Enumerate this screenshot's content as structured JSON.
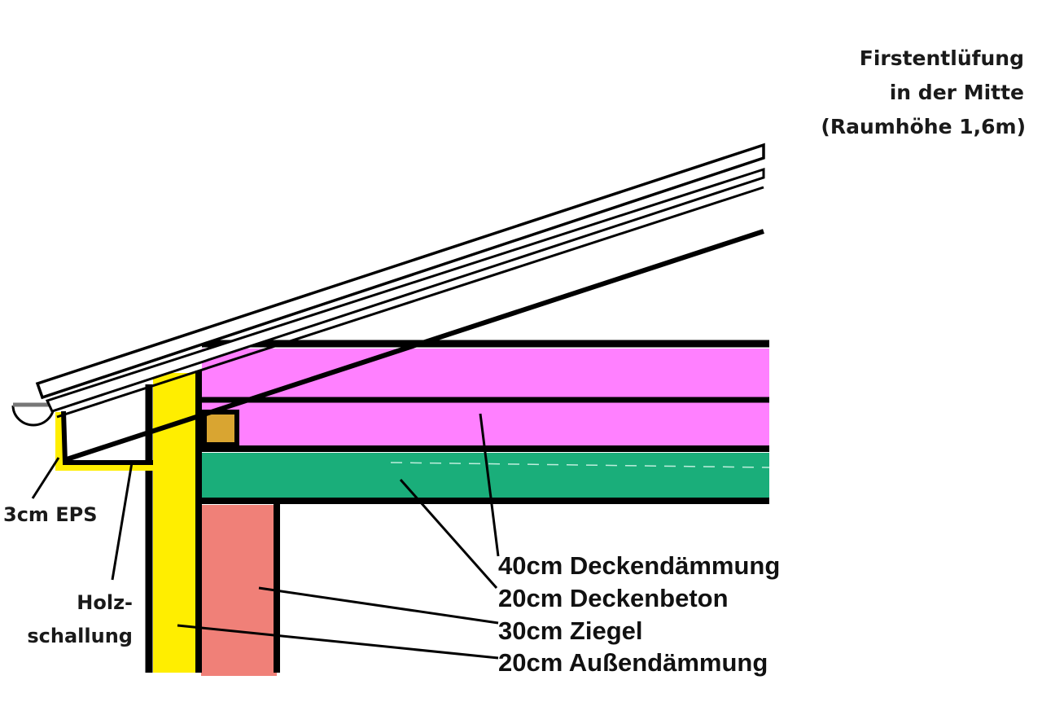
{
  "labels": {
    "ridge": [
      "Firstentlüfung",
      "in der Mitte",
      "(Raumhöhe 1,6m)"
    ],
    "eps": "3cm EPS",
    "cladding": [
      "Holz-",
      "schallung"
    ],
    "layers": [
      "40cm Deckendämmung",
      "20cm Deckenbeton",
      "30cm Ziegel",
      "20cm Außendämmung"
    ]
  },
  "colors": {
    "ceiling_insulation": "#ff80ff",
    "ceiling_concrete": "#1aae7a",
    "brick": "#f08078",
    "exterior_insulation": "#ffee00",
    "timber_block": "#d9a531",
    "outline": "#000000"
  }
}
